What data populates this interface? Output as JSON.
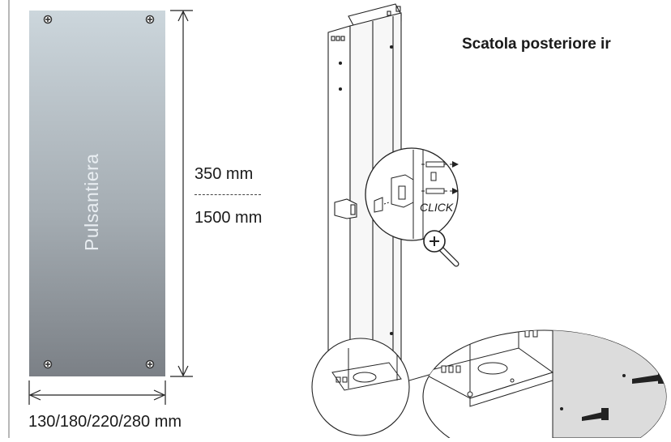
{
  "title": "Scatola posteriore ir",
  "panel_label": "Pulsantiera",
  "height_min": "350 mm",
  "height_max": "1500 mm",
  "width_options": "130/180/220/280 mm",
  "click_label": "CLICK",
  "colors": {
    "panel_top": "#c9d3da",
    "panel_bottom": "#7d8288",
    "line": "#1a1a1a",
    "wall": "#dcdcdc"
  },
  "icons": [
    "magnifier-plus-icon",
    "screw-icon",
    "clip-icon"
  ]
}
